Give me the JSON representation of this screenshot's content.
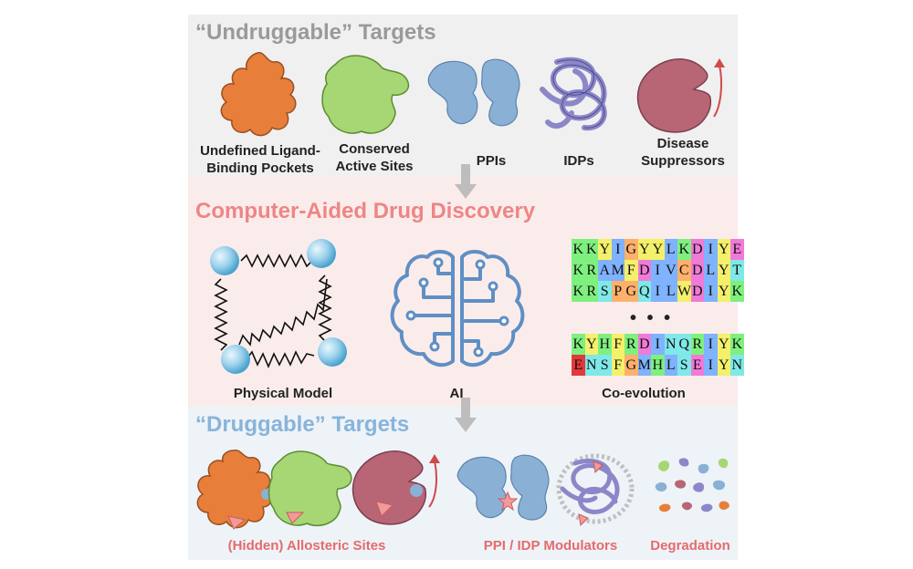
{
  "sections": {
    "undruggable": {
      "title": "“Undruggable” Targets",
      "labels": {
        "ligand_line1": "Undefined Ligand-",
        "ligand_line2": "Binding Pockets",
        "conserved_line1": "Conserved",
        "conserved_line2": "Active Sites",
        "ppis": "PPIs",
        "idps": "IDPs",
        "disease_line1": "Disease",
        "disease_line2": "Suppressors"
      }
    },
    "cadd": {
      "title": "Computer-Aided Drug Discovery",
      "labels": {
        "physical": "Physical Model",
        "ai": "AI",
        "coevolution": "Co-evolution"
      },
      "ellipsis": "• • •"
    },
    "druggable": {
      "title": "“Druggable” Targets",
      "labels": {
        "allosteric": "(Hidden) Allosteric Sites",
        "modulators": "PPI / IDP Modulators",
        "degradation": "Degradation"
      }
    }
  },
  "sequences": {
    "top": [
      "KKYIGYYLKDIYE",
      "KRAMFDIVCDLYT",
      "KRSPGQILWDIYK"
    ],
    "bottom": [
      "KYHFRDINQRIYK",
      "ENSFGMHLSEIYN"
    ]
  },
  "colors": {
    "orange": "#e77e3a",
    "green": "#a6d774",
    "blue": "#8ab1d5",
    "purple": "#8b87c8",
    "maroon": "#b86576",
    "pink": "#f29a9a",
    "cyan": "#9dd2ec"
  }
}
